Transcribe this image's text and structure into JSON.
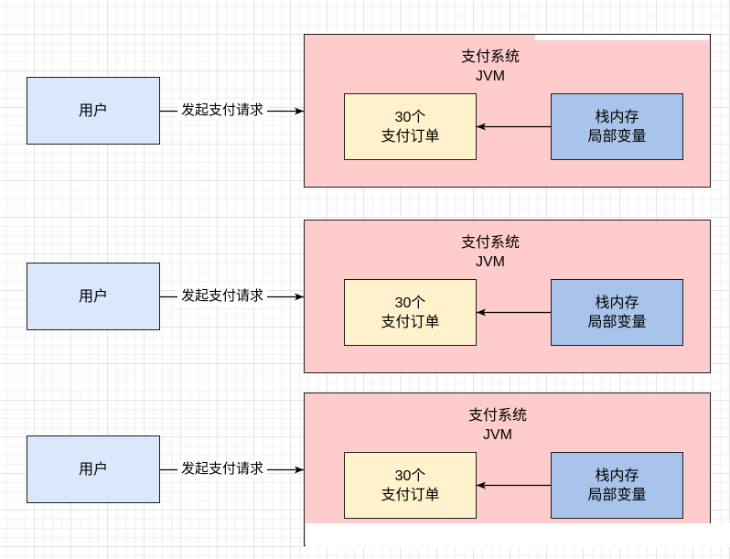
{
  "colors": {
    "user_fill": "#dae8fc",
    "system_fill": "#ffcccc",
    "orders_fill": "#fff2cc",
    "stack_fill": "#a9c4eb"
  },
  "rows": [
    {
      "user_label": "用户",
      "request_label": "发起支付请求",
      "system_title": "支付系统",
      "system_subtitle": "JVM",
      "orders_line1": "30个",
      "orders_line2": "支付订单",
      "stack_line1": "栈内存",
      "stack_line2": "局部变量"
    },
    {
      "user_label": "用户",
      "request_label": "发起支付请求",
      "system_title": "支付系统",
      "system_subtitle": "JVM",
      "orders_line1": "30个",
      "orders_line2": "支付订单",
      "stack_line1": "栈内存",
      "stack_line2": "局部变量"
    },
    {
      "user_label": "用户",
      "request_label": "发起支付请求",
      "system_title": "支付系统",
      "system_subtitle": "JVM",
      "orders_line1": "30个",
      "orders_line2": "支付订单",
      "stack_line1": "栈内存",
      "stack_line2": "局部变量"
    }
  ]
}
